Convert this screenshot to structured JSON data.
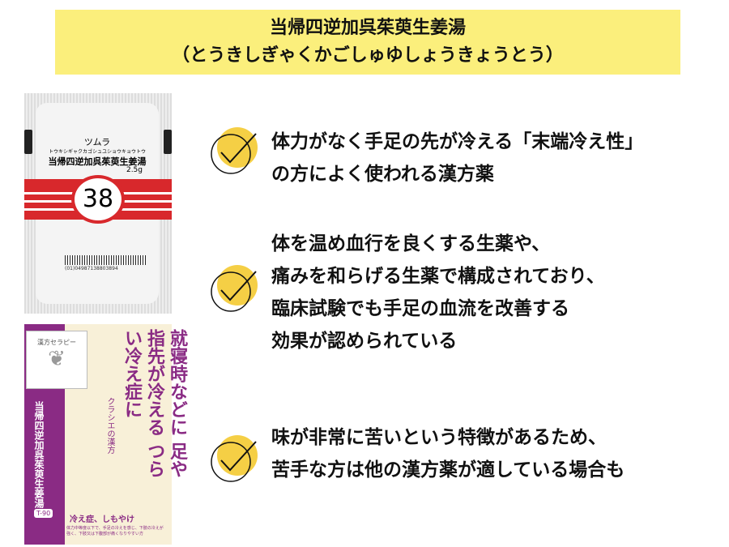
{
  "title": {
    "line1": "当帰四逆加呉茱萸生姜湯",
    "line2": "（とうきしぎゃくかごしゅゆしょうきょうとう）"
  },
  "pouch": {
    "maker": "ツムラ",
    "kana": "トウキシギャクカゴシュユショウキョウトウ",
    "name": "当帰四逆加呉茱萸生姜湯",
    "dose": "2.5g",
    "number": "38",
    "barcode": "(01)04987138803894"
  },
  "box": {
    "brand": "漢方セラピー",
    "side_name": "当帰四逆加呉茱萸生姜湯",
    "code": "T-90",
    "headline": "就寝時などに 足や指先が冷える つらい冷え症に",
    "sub": "クラシエの漢方",
    "indication": "冷え症、しもやけ",
    "desc": "体力中等度以下で、手足の冷えを感じ、下肢の冷えが強く、下肢又は下腹部が痛くなりやすい方"
  },
  "bullets": [
    {
      "lines": [
        "体力がなく手足の先が冷える「末端冷え性」",
        "の方によく使われる漢方薬"
      ]
    },
    {
      "lines": [
        "体を温め血行を良くする生薬や、",
        "痛みを和らげる生薬で構成されており、",
        "臨床試験でも手足の血流を改善する",
        "効果が認められている"
      ]
    },
    {
      "lines": [
        "味が非常に苦いという特徴があるため、",
        "苦手な方は他の漢方薬が適している場合も"
      ]
    }
  ],
  "colors": {
    "title_bg": "#fbef7c",
    "check_yellow": "#f5cf45",
    "tsumura_red": "#d8282c",
    "kracie_purple": "#8a2b84"
  }
}
